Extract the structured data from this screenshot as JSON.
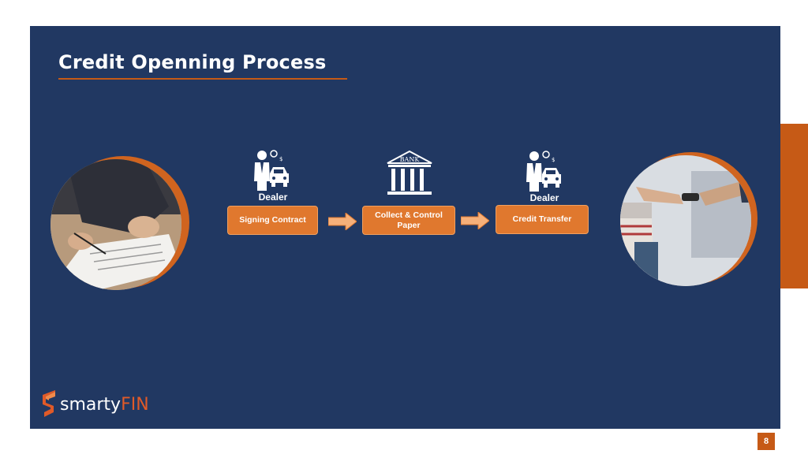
{
  "slide": {
    "title": "Credit Openning Process",
    "page_number": "8"
  },
  "steps": [
    {
      "actor": "Dealer",
      "icon": "dealer-car-icon",
      "label": "Signing Contract"
    },
    {
      "actor": "",
      "icon": "bank-icon",
      "bank_text": "BANK",
      "label": "Collect & Control Paper"
    },
    {
      "actor": "Dealer",
      "icon": "dealer-car-icon",
      "label": "Credit Transfer"
    }
  ],
  "photos": {
    "left": "contract-signing-photo",
    "right": "car-key-handover-photo"
  },
  "logo": {
    "text_main": "smarty",
    "text_accent": "FIN"
  },
  "colors": {
    "background": "#213862",
    "accent": "#c65a16",
    "step_box": "#e0782e",
    "arrow": "#f6b07a"
  }
}
